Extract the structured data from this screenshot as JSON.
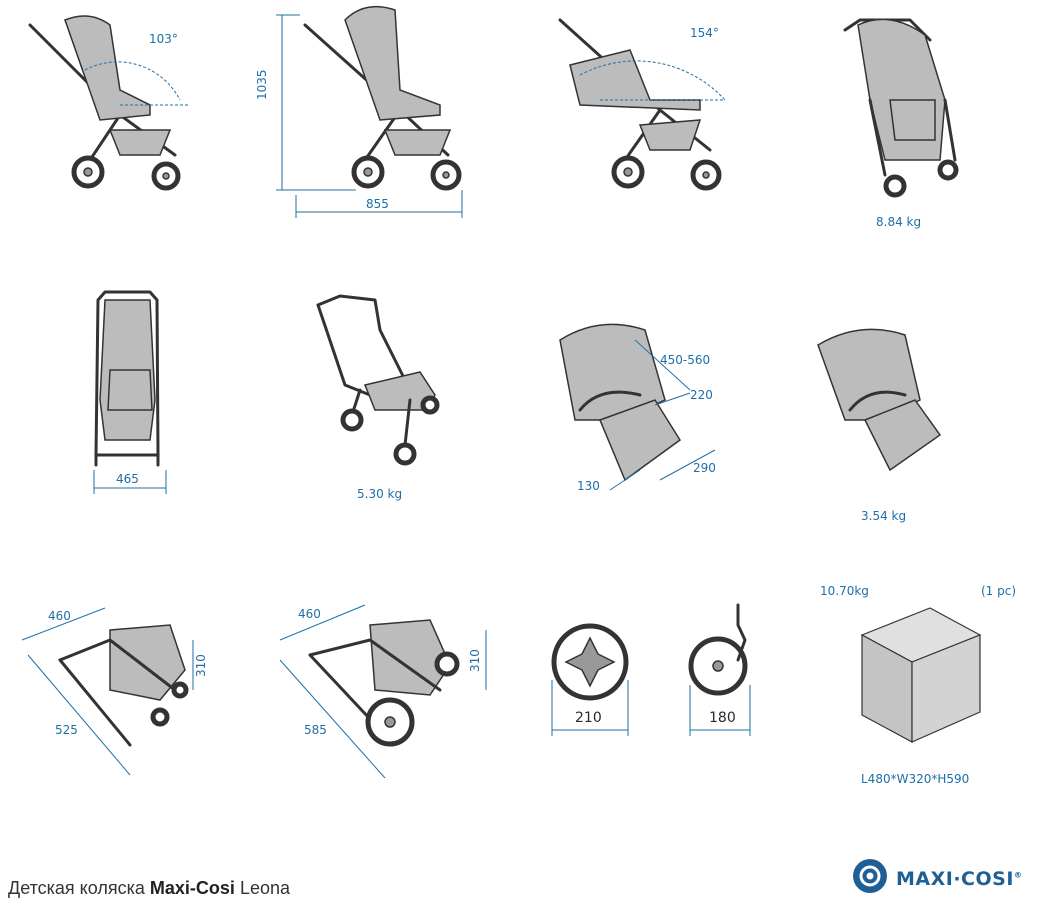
{
  "labels": {
    "recline_angle_1": "103°",
    "height": "1035",
    "length": "855",
    "recline_angle_2": "154°",
    "weight_full": "8.84 kg",
    "width": "465",
    "weight_frame": "5.30 kg",
    "seat_height_range": "450-560",
    "seat_depth": "220",
    "seat_width": "290",
    "footrest": "130",
    "weight_seat": "3.54 kg",
    "folded1_width": "460",
    "folded1_height": "310",
    "folded1_length": "525",
    "folded2_width": "460",
    "folded2_height": "310",
    "folded2_length": "585",
    "rear_wheel": "210",
    "front_wheel": "180",
    "box_weight": "10.70kg",
    "box_count": "(1 pc)",
    "box_dims": "L480*W320*H590"
  },
  "caption": {
    "prefix": "Детская коляска ",
    "brand_model": "Maxi-Cosi",
    "suffix": " Leona"
  },
  "logo": {
    "text": "MAXI·COSI",
    "reg": "®"
  },
  "colors": {
    "dimension": "#1f6fa6",
    "line": "#333333",
    "fill": "#b8b8b8",
    "brand": "#1e5f95"
  }
}
